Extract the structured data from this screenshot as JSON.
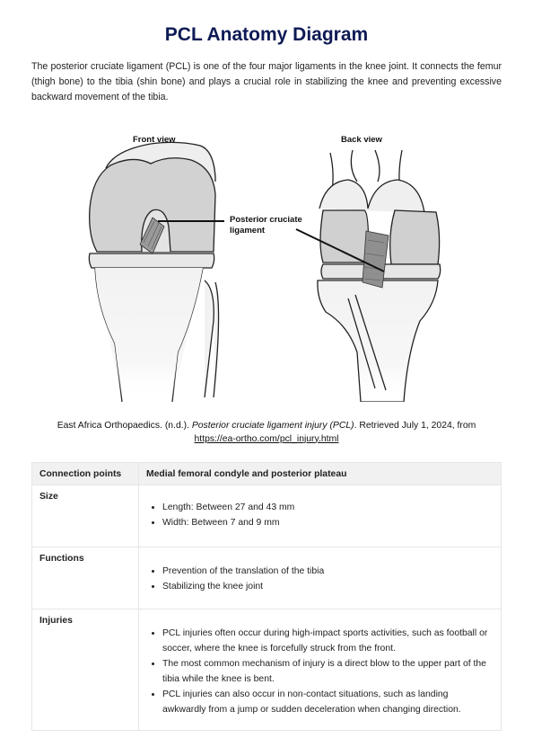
{
  "page": {
    "title": "PCL Anatomy Diagram",
    "intro": "The posterior cruciate ligament (PCL) is one of the four major ligaments in the knee joint. It connects the femur (thigh bone) to the tibia (shin bone) and plays a crucial role in stabilizing the knee and preventing excessive backward movement of the tibia."
  },
  "figure": {
    "front_label": "Front view",
    "back_label": "Back view",
    "callout_line1": "Posterior cruciate",
    "callout_line2": "ligament"
  },
  "citation": {
    "prefix": "East Africa Orthopaedics. (n.d.). ",
    "title": "Posterior cruciate ligament injury (PCL)",
    "suffix": ". Retrieved July 1, 2024, from",
    "url": "https://ea-ortho.com/pcl_injury.html"
  },
  "table": {
    "header_label": "Connection points",
    "header_value": "Medial femoral condyle and posterior plateau",
    "rows": [
      {
        "label": "Size",
        "items": [
          "Length: Between 27 and 43 mm",
          "Width: Between 7 and 9 mm"
        ]
      },
      {
        "label": "Functions",
        "items": [
          "Prevention of the translation of the tibia",
          "Stabilizing the knee joint"
        ]
      },
      {
        "label": "Injuries",
        "items": [
          "PCL injuries often occur during high-impact sports activities, such as football or soccer, where the knee is forcefully struck from the front.",
          "The most common mechanism of injury is a direct blow to the upper part of the tibia while the knee is bent.",
          "PCL injuries can also occur in non-contact situations, such as landing awkwardly from a jump or sudden deceleration when changing direction."
        ]
      }
    ]
  }
}
